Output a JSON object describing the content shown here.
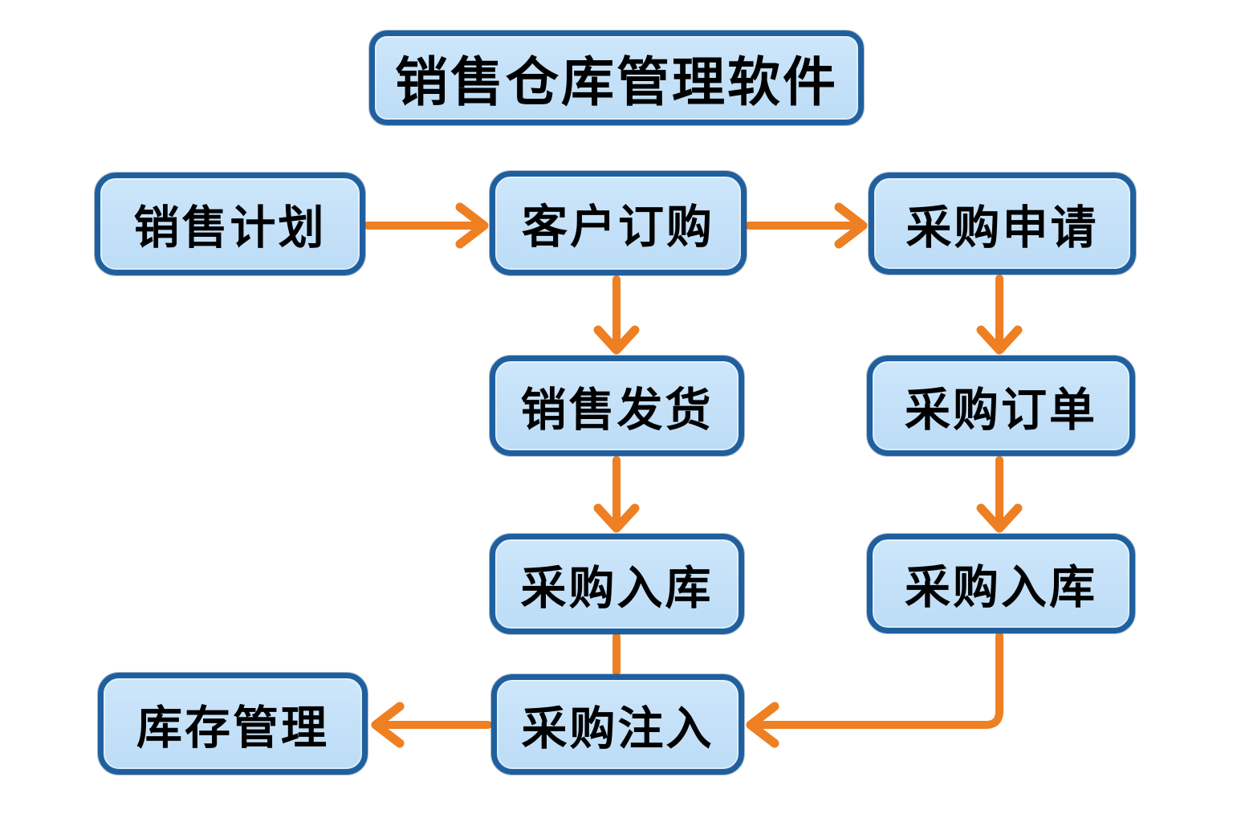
{
  "diagram": {
    "title": "销售仓库管理软件",
    "nodes": [
      {
        "id": "sales-plan",
        "label": "销售计划"
      },
      {
        "id": "customer-order",
        "label": "客户订购"
      },
      {
        "id": "purchase-request",
        "label": "采购申请"
      },
      {
        "id": "sales-shipment",
        "label": "销售发货"
      },
      {
        "id": "purchase-order",
        "label": "采购订单"
      },
      {
        "id": "purchase-inbound-center",
        "label": "采购入库"
      },
      {
        "id": "purchase-inbound-right",
        "label": "采购入库"
      },
      {
        "id": "inventory-management",
        "label": "库存管理"
      },
      {
        "id": "purchase-injection",
        "label": "采购注入"
      }
    ],
    "edges": [
      {
        "from": "sales-plan",
        "to": "customer-order"
      },
      {
        "from": "customer-order",
        "to": "purchase-request"
      },
      {
        "from": "customer-order",
        "to": "sales-shipment"
      },
      {
        "from": "purchase-request",
        "to": "purchase-order"
      },
      {
        "from": "sales-shipment",
        "to": "purchase-inbound-center"
      },
      {
        "from": "purchase-order",
        "to": "purchase-inbound-right"
      },
      {
        "from": "purchase-inbound-center",
        "to": "purchase-injection"
      },
      {
        "from": "purchase-inbound-right",
        "to": "purchase-injection"
      },
      {
        "from": "purchase-injection",
        "to": "inventory-management"
      }
    ],
    "colors": {
      "box_fill": "#c3dff7",
      "box_border": "#1f5f9e",
      "arrow": "#ee7f22",
      "text": "#000000",
      "background": "#ffffff"
    }
  }
}
